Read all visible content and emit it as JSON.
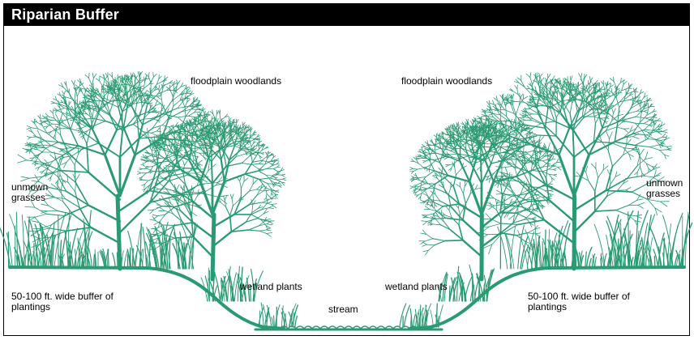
{
  "title": "Riparian Buffer",
  "labels": {
    "floodplain_left": "floodplain woodlands",
    "floodplain_right": "floodplain woodlands",
    "unmown_left": [
      "unmown",
      "grasses"
    ],
    "unmown_right": [
      "unmown",
      "grasses"
    ],
    "buffer_left": [
      "50-100 ft. wide buffer of",
      "plantings"
    ],
    "buffer_right": [
      "50-100 ft. wide buffer of",
      "plantings"
    ],
    "wetland_left": "wetland plants",
    "wetland_right": "wetland plants",
    "stream": "stream"
  },
  "colors": {
    "vegetation": "#2a9a72",
    "title_bg": "#000000",
    "title_fg": "#ffffff"
  },
  "icons": [
    "tree-icon",
    "grass-icon",
    "stream-icon"
  ]
}
